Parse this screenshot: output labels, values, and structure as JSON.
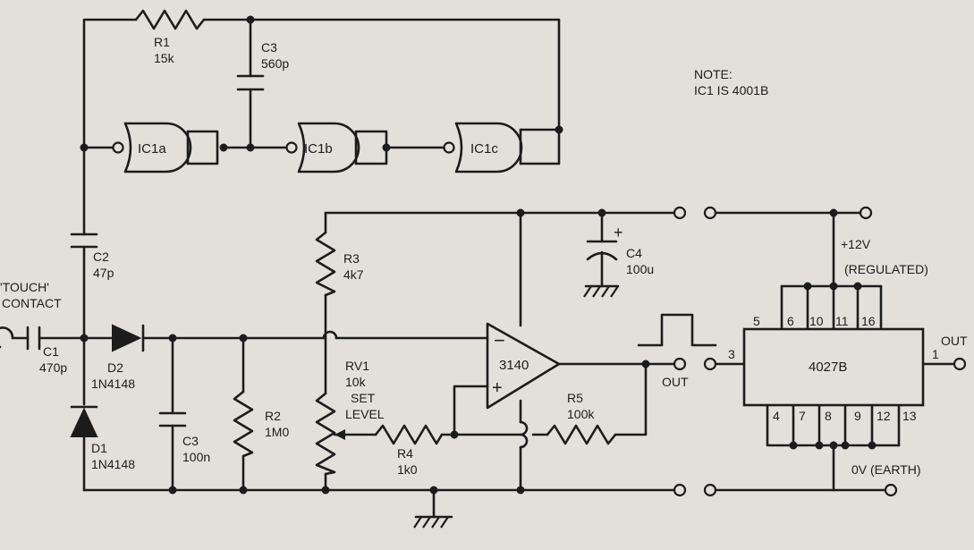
{
  "note": {
    "line1": "NOTE:",
    "line2": "IC1 IS 4001B"
  },
  "touch": {
    "line1": "'TOUCH'",
    "line2": "CONTACT"
  },
  "c1": {
    "ref": "C1",
    "value": "470p"
  },
  "c2": {
    "ref": "C2",
    "value": "47p"
  },
  "c3a": {
    "ref": "C3",
    "value": "560p"
  },
  "c3b": {
    "ref": "C3",
    "value": "100n"
  },
  "c4": {
    "ref": "C4",
    "value": "100u"
  },
  "r1": {
    "ref": "R1",
    "value": "15k"
  },
  "r2": {
    "ref": "R2",
    "value": "1M0"
  },
  "r3": {
    "ref": "R3",
    "value": "4k7"
  },
  "r4": {
    "ref": "R4",
    "value": "1k0"
  },
  "r5": {
    "ref": "R5",
    "value": "100k"
  },
  "rv1": {
    "ref": "RV1",
    "value": "10k",
    "line3": "SET",
    "line4": "LEVEL"
  },
  "d1": {
    "ref": "D1",
    "value": "1N4148"
  },
  "d2": {
    "ref": "D2",
    "value": "1N4148"
  },
  "gates": {
    "a": "IC1a",
    "b": "IC1b",
    "c": "IC1c"
  },
  "opamp": {
    "part": "3140",
    "minus": "−",
    "plus": "+"
  },
  "c4plus": "+",
  "counter": {
    "part": "4027B",
    "top_pins": [
      "6",
      "10",
      "11",
      "16"
    ],
    "bottom_pins": [
      "4",
      "7",
      "8",
      "9",
      "12",
      "13"
    ],
    "pin5": "5",
    "pin3": "3",
    "pin1": "1"
  },
  "rails": {
    "supply_line1": "+12V",
    "supply_line2": "(REGULATED)",
    "ground": "0V (EARTH)"
  },
  "outputs": {
    "mid": "OUT",
    "right": "OUT"
  }
}
